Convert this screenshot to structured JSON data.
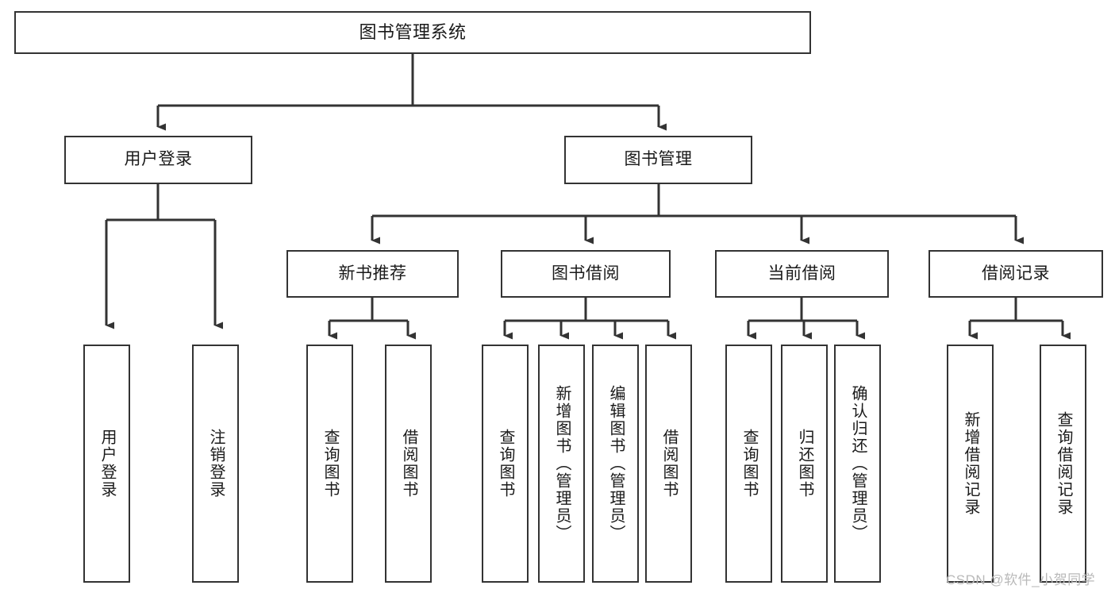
{
  "diagram": {
    "title": "图书管理系统",
    "type": "tree-hierarchy-diagram",
    "colors": {
      "box_stroke": "#333333",
      "box_fill": "#ffffff",
      "line": "#333333",
      "text": "#1a1a1a",
      "watermark": "#b9b9b9",
      "background": "#ffffff"
    },
    "nodes": {
      "root": {
        "label": "图书管理系统"
      },
      "level2": [
        {
          "label": "用户登录"
        },
        {
          "label": "图书管理"
        }
      ],
      "level3": [
        {
          "label": "新书推荐"
        },
        {
          "label": "图书借阅"
        },
        {
          "label": "当前借阅"
        },
        {
          "label": "借阅记录"
        }
      ],
      "leaves": {
        "user_login": [
          {
            "label": "用户登录"
          },
          {
            "label": "注销登录"
          }
        ],
        "new_book_recommend": [
          {
            "label": "查询图书"
          },
          {
            "label": "借阅图书"
          }
        ],
        "book_borrow": [
          {
            "label": "查询图书"
          },
          {
            "label": "新增图书（管理员）"
          },
          {
            "label": "编辑图书（管理员）"
          },
          {
            "label": "借阅图书"
          }
        ],
        "current_borrow": [
          {
            "label": "查询图书"
          },
          {
            "label": "归还图书"
          },
          {
            "label": "确认归还（管理员）"
          }
        ],
        "borrow_record": [
          {
            "label": "新增借阅记录"
          },
          {
            "label": "查询借阅记录"
          }
        ]
      }
    }
  },
  "watermark": {
    "text": "CSDN @软件_小贺同学"
  }
}
